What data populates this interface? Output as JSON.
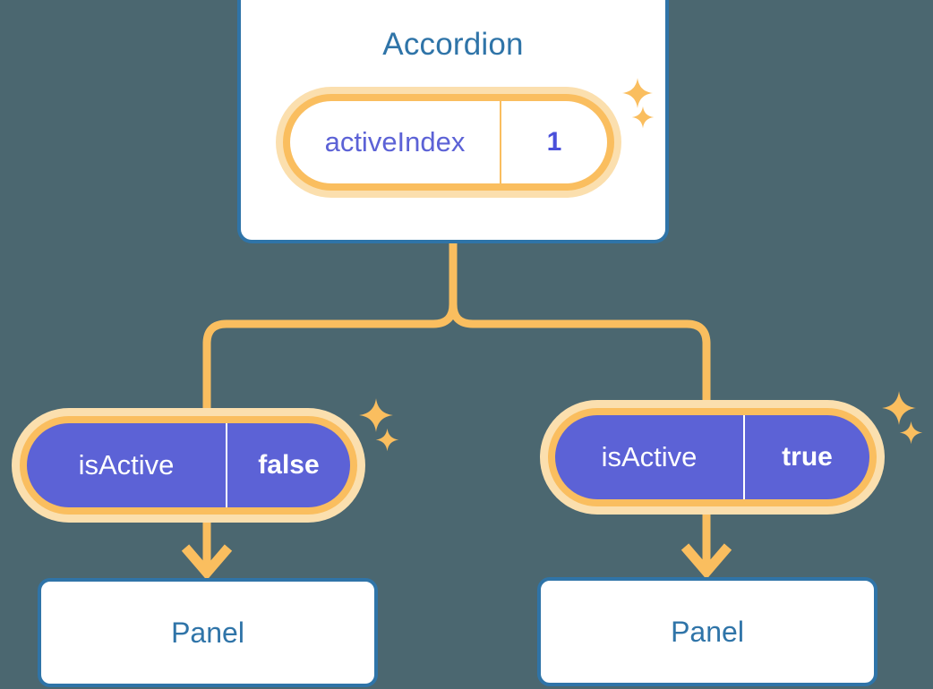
{
  "diagram": {
    "background_color": "#4b6770",
    "accent_blue": "#2f74a8",
    "accent_orange": "#fabe5f",
    "accent_orange_soft": "#fbdfae",
    "accent_purple": "#5c62d6",
    "root": {
      "title": "Accordion",
      "state": {
        "key": "activeIndex",
        "value": "1"
      }
    },
    "children": [
      {
        "state": {
          "key": "isActive",
          "value": "false"
        },
        "panel_label": "Panel"
      },
      {
        "state": {
          "key": "isActive",
          "value": "true"
        },
        "panel_label": "Panel"
      }
    ],
    "icons": {
      "sparkle_large": "sparkle-icon",
      "sparkle_small": "sparkle-small-icon",
      "arrow": "arrow-down-icon"
    }
  }
}
